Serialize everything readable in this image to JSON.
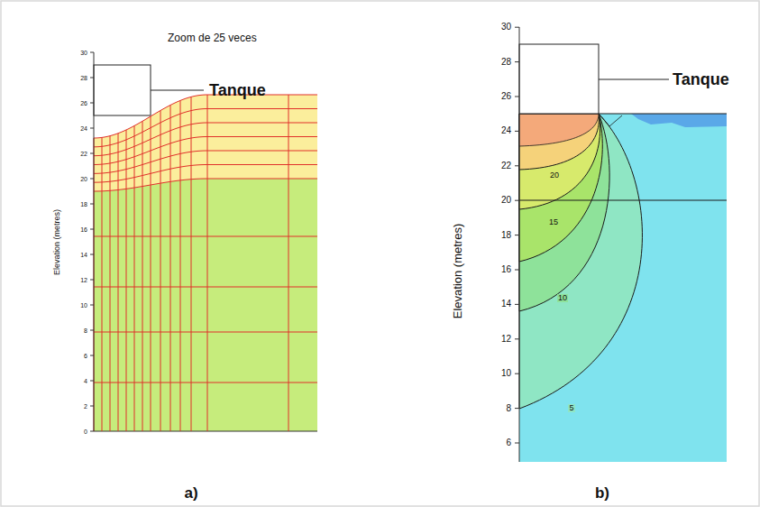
{
  "diagram": {
    "labels": [
      "Zoom de 25 veces",
      "Tanque",
      "Elevation (metres)",
      "0",
      "2",
      "4",
      "6",
      "8",
      "10",
      "12",
      "14",
      "16",
      "18",
      "20",
      "22",
      "24",
      "26",
      "28",
      "30",
      "a)",
      "Tanque",
      "Elevation (metres)",
      "6",
      "8",
      "10",
      "12",
      "14",
      "16",
      "18",
      "20",
      "22",
      "24",
      "26",
      "28",
      "30",
      "20",
      "15",
      "10",
      "5",
      "b)"
    ]
  }
}
